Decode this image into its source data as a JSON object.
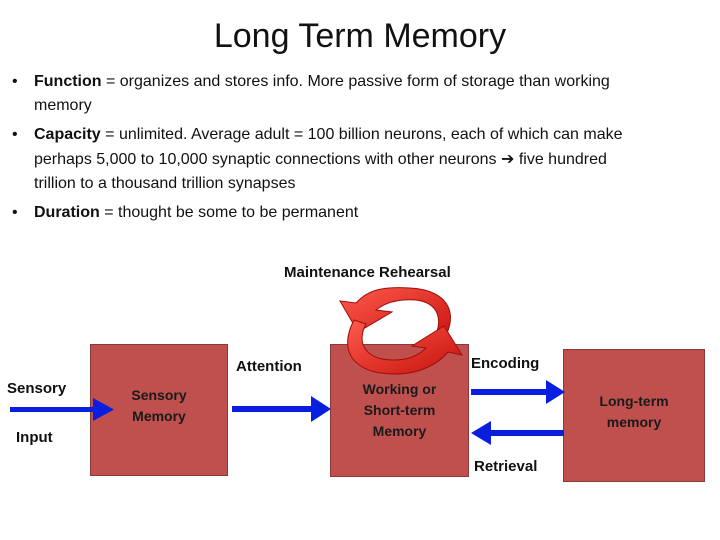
{
  "title": "Long Term Memory",
  "bullets": [
    {
      "term": "Function",
      "text": " = organizes and stores info.  More passive form of storage than working memory"
    },
    {
      "term": "Capacity",
      "text_before": " = unlimited.  Average adult = 100 billion neurons, each of which can make perhaps 5,000 to 10,000 synaptic connections with other neurons ",
      "arrow": "➔",
      "text_after": " five hundred trillion to a thousand trillion synapses"
    },
    {
      "term": "Duration",
      "text": " = thought be some to be permanent"
    }
  ],
  "diagram": {
    "labels": {
      "maintenance": "Maintenance Rehearsal",
      "attention": "Attention",
      "encoding": "Encoding",
      "retrieval": "Retrieval",
      "sensory": "Sensory",
      "input": "Input"
    },
    "boxes": {
      "sensory_memory": "Sensory Memory",
      "working_memory": "Working or Short-term Memory",
      "long_term": "Long-term memory"
    },
    "colors": {
      "box_fill": "#c0504d",
      "arrow_blue": "#0a1ee0",
      "loop_red": "#e8231f"
    }
  }
}
